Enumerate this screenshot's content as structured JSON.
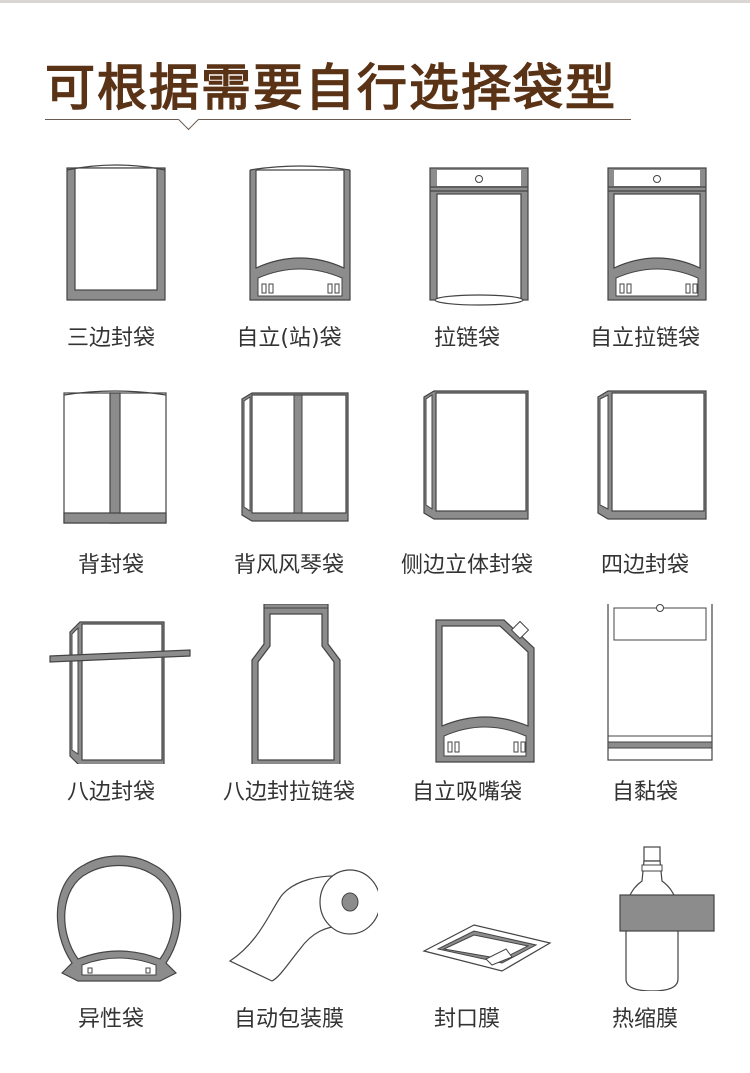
{
  "title": "可根据需要自行选择袋型",
  "colors": {
    "title": "#5a3316",
    "stroke": "#555555",
    "fill": "#8c8c8c",
    "label": "#333333"
  },
  "bag_types": [
    {
      "label": "三边封袋",
      "icon": "three-side-seal-bag-icon"
    },
    {
      "label": "自立(站)袋",
      "icon": "stand-up-pouch-icon"
    },
    {
      "label": "拉链袋",
      "icon": "zipper-bag-icon"
    },
    {
      "label": "自立拉链袋",
      "icon": "stand-up-zipper-bag-icon"
    },
    {
      "label": "背封袋",
      "icon": "back-seal-bag-icon"
    },
    {
      "label": "背风风琴袋",
      "icon": "back-seal-gusset-bag-icon"
    },
    {
      "label": "侧边立体封袋",
      "icon": "side-gusset-bag-icon"
    },
    {
      "label": "四边封袋",
      "icon": "four-side-seal-bag-icon"
    },
    {
      "label": "八边封袋",
      "icon": "eight-side-seal-bag-icon"
    },
    {
      "label": "八边封拉链袋",
      "icon": "eight-side-zipper-bag-icon"
    },
    {
      "label": "自立吸嘴袋",
      "icon": "spout-pouch-icon"
    },
    {
      "label": "自黏袋",
      "icon": "self-adhesive-bag-icon"
    },
    {
      "label": "异性袋",
      "icon": "shaped-bag-icon"
    },
    {
      "label": "自动包装膜",
      "icon": "packaging-film-roll-icon"
    },
    {
      "label": "封口膜",
      "icon": "sealing-film-icon"
    },
    {
      "label": "热缩膜",
      "icon": "shrink-film-bottle-icon"
    }
  ]
}
